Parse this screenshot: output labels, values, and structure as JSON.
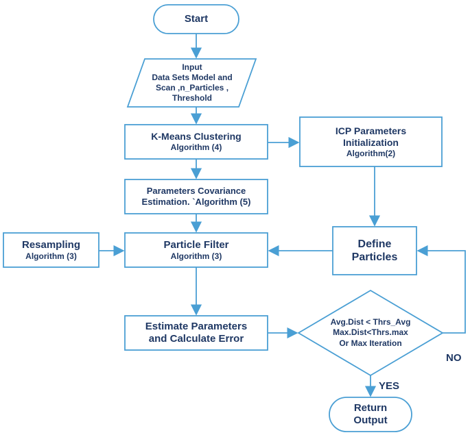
{
  "nodes": {
    "start": {
      "label": "Start"
    },
    "input": {
      "lines": [
        "Input",
        "Data Sets Model and",
        "Scan ,n_Particles ,",
        "Threshold"
      ]
    },
    "kmeans": {
      "title": "K-Means Clustering",
      "sub": "Algorithm (4)"
    },
    "icp": {
      "title1": "ICP Parameters",
      "title2": "Initialization",
      "sub": "Algorithm(2)"
    },
    "covariance": {
      "title1": "Parameters Covariance",
      "title2": "Estimation. `Algorithm (5)"
    },
    "resampling": {
      "title": "Resampling",
      "sub": "Algorithm (3)"
    },
    "particle_filter": {
      "title": "Particle Filter",
      "sub": "Algorithm (3)"
    },
    "define_particles": {
      "title1": "Define",
      "title2": "Particles"
    },
    "estimate": {
      "title1": "Estimate Parameters",
      "title2": "and Calculate Error"
    },
    "decision": {
      "lines": [
        "Avg.Dist < Thrs_Avg",
        "Max.Dist<Thrs.max",
        "Or Max Iteration"
      ]
    },
    "return": {
      "title1": "Return",
      "title2": "Output"
    }
  },
  "edge_labels": {
    "no": "NO",
    "yes": "YES"
  },
  "colors": {
    "stroke": "#4a9fd4",
    "text": "#1f3864",
    "fill": "#ffffff"
  }
}
